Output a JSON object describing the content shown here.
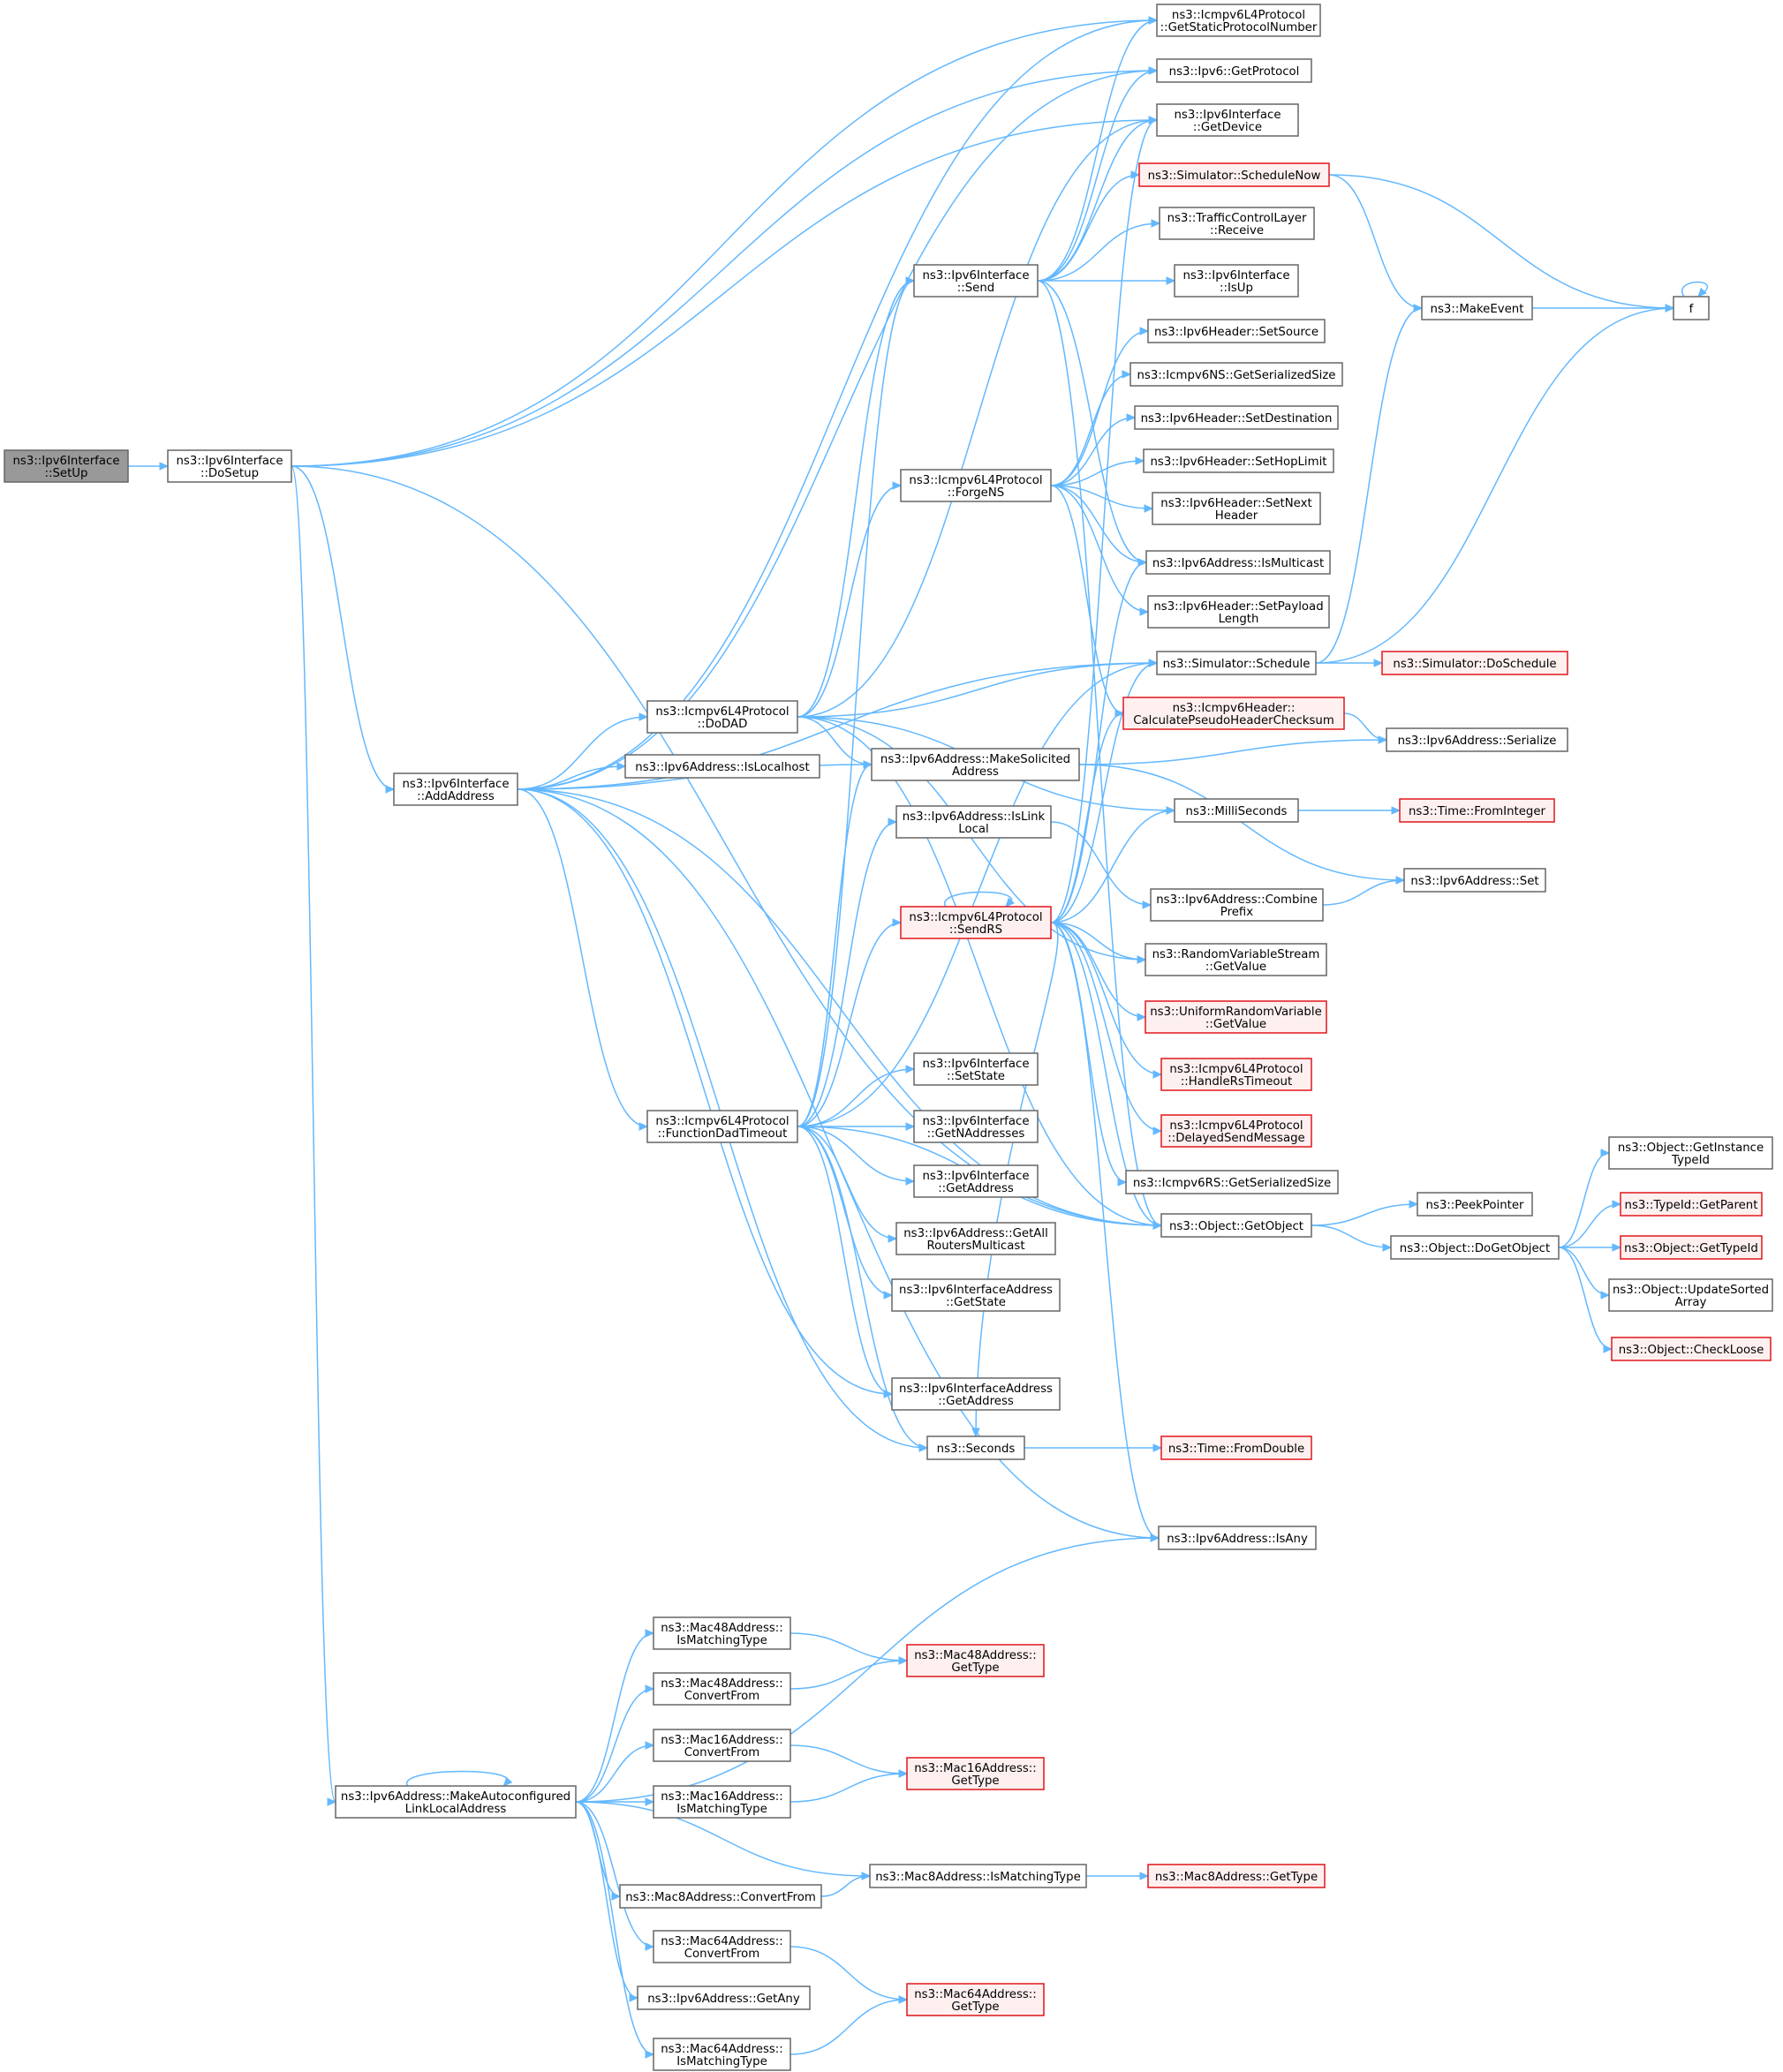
{
  "nodes": {
    "setup": {
      "lines": [
        "ns3::Ipv6Interface",
        "::SetUp"
      ],
      "kind": "current"
    },
    "dosetup": {
      "lines": [
        "ns3::Ipv6Interface",
        "::DoSetup"
      ],
      "kind": "normal"
    },
    "getStaticProtocolNumber": {
      "lines": [
        "ns3::Icmpv6L4Protocol",
        "::GetStaticProtocolNumber"
      ],
      "kind": "normal"
    },
    "ipv6GetProtocol": {
      "lines": [
        "ns3::Ipv6::GetProtocol"
      ],
      "kind": "normal"
    },
    "getDevice": {
      "lines": [
        "ns3::Ipv6Interface",
        "::GetDevice"
      ],
      "kind": "normal"
    },
    "scheduleNow": {
      "lines": [
        "ns3::Simulator::ScheduleNow"
      ],
      "kind": "red"
    },
    "tclReceive": {
      "lines": [
        "ns3::TrafficControlLayer",
        "::Receive"
      ],
      "kind": "normal"
    },
    "isUp": {
      "lines": [
        "ns3::Ipv6Interface",
        "::IsUp"
      ],
      "kind": "normal"
    },
    "send": {
      "lines": [
        "ns3::Ipv6Interface",
        "::Send"
      ],
      "kind": "normal"
    },
    "makeEvent": {
      "lines": [
        "ns3::MakeEvent"
      ],
      "kind": "normal"
    },
    "f": {
      "lines": [
        "f"
      ],
      "kind": "normal"
    },
    "setSource": {
      "lines": [
        "ns3::Ipv6Header::SetSource"
      ],
      "kind": "normal"
    },
    "nsGetSerializedSize": {
      "lines": [
        "ns3::Icmpv6NS::GetSerializedSize"
      ],
      "kind": "normal"
    },
    "setDestination": {
      "lines": [
        "ns3::Ipv6Header::SetDestination"
      ],
      "kind": "normal"
    },
    "setHopLimit": {
      "lines": [
        "ns3::Ipv6Header::SetHopLimit"
      ],
      "kind": "normal"
    },
    "forgeNS": {
      "lines": [
        "ns3::Icmpv6L4Protocol",
        "::ForgeNS"
      ],
      "kind": "normal"
    },
    "setNextHeader": {
      "lines": [
        "ns3::Ipv6Header::SetNext",
        "Header"
      ],
      "kind": "normal"
    },
    "isMulticast": {
      "lines": [
        "ns3::Ipv6Address::IsMulticast"
      ],
      "kind": "normal"
    },
    "setPayloadLength": {
      "lines": [
        "ns3::Ipv6Header::SetPayload",
        "Length"
      ],
      "kind": "normal"
    },
    "schedule": {
      "lines": [
        "ns3::Simulator::Schedule"
      ],
      "kind": "normal"
    },
    "doSchedule": {
      "lines": [
        "ns3::Simulator::DoSchedule"
      ],
      "kind": "red"
    },
    "calcChecksum": {
      "lines": [
        "ns3::Icmpv6Header::",
        "CalculatePseudoHeaderChecksum"
      ],
      "kind": "red"
    },
    "doDAD": {
      "lines": [
        "ns3::Icmpv6L4Protocol",
        "::DoDAD"
      ],
      "kind": "normal"
    },
    "serialize": {
      "lines": [
        "ns3::Ipv6Address::Serialize"
      ],
      "kind": "normal"
    },
    "isLocalhost": {
      "lines": [
        "ns3::Ipv6Address::IsLocalhost"
      ],
      "kind": "normal"
    },
    "makeSolicited": {
      "lines": [
        "ns3::Ipv6Address::MakeSolicited",
        "Address"
      ],
      "kind": "normal"
    },
    "addAddress": {
      "lines": [
        "ns3::Ipv6Interface",
        "::AddAddress"
      ],
      "kind": "normal"
    },
    "milliSeconds": {
      "lines": [
        "ns3::MilliSeconds"
      ],
      "kind": "normal"
    },
    "fromInteger": {
      "lines": [
        "ns3::Time::FromInteger"
      ],
      "kind": "red"
    },
    "isLinkLocal": {
      "lines": [
        "ns3::Ipv6Address::IsLink",
        "Local"
      ],
      "kind": "normal"
    },
    "addrSet": {
      "lines": [
        "ns3::Ipv6Address::Set"
      ],
      "kind": "normal"
    },
    "combinePrefix": {
      "lines": [
        "ns3::Ipv6Address::Combine",
        "Prefix"
      ],
      "kind": "normal"
    },
    "sendRS": {
      "lines": [
        "ns3::Icmpv6L4Protocol",
        "::SendRS"
      ],
      "kind": "red"
    },
    "rvsGetValue": {
      "lines": [
        "ns3::RandomVariableStream",
        "::GetValue"
      ],
      "kind": "normal"
    },
    "urvGetValue": {
      "lines": [
        "ns3::UniformRandomVariable",
        "::GetValue"
      ],
      "kind": "red"
    },
    "handleRsTimeout": {
      "lines": [
        "ns3::Icmpv6L4Protocol",
        "::HandleRsTimeout"
      ],
      "kind": "red"
    },
    "setState": {
      "lines": [
        "ns3::Ipv6Interface",
        "::SetState"
      ],
      "kind": "normal"
    },
    "delayedSend": {
      "lines": [
        "ns3::Icmpv6L4Protocol",
        "::DelayedSendMessage"
      ],
      "kind": "red"
    },
    "getNAddresses": {
      "lines": [
        "ns3::Ipv6Interface",
        "::GetNAddresses"
      ],
      "kind": "normal"
    },
    "functionDadTimeout": {
      "lines": [
        "ns3::Icmpv6L4Protocol",
        "::FunctionDadTimeout"
      ],
      "kind": "normal"
    },
    "getInstanceTypeId": {
      "lines": [
        "ns3::Object::GetInstance",
        "TypeId"
      ],
      "kind": "normal"
    },
    "rsGetSerializedSize": {
      "lines": [
        "ns3::Icmpv6RS::GetSerializedSize"
      ],
      "kind": "normal"
    },
    "ifGetAddress": {
      "lines": [
        "ns3::Ipv6Interface",
        "::GetAddress"
      ],
      "kind": "normal"
    },
    "peekPointer": {
      "lines": [
        "ns3::PeekPointer"
      ],
      "kind": "normal"
    },
    "getParent": {
      "lines": [
        "ns3::TypeId::GetParent"
      ],
      "kind": "red"
    },
    "getObject": {
      "lines": [
        "ns3::Object::GetObject"
      ],
      "kind": "normal"
    },
    "doGetObject": {
      "lines": [
        "ns3::Object::DoGetObject"
      ],
      "kind": "normal"
    },
    "getTypeId": {
      "lines": [
        "ns3::Object::GetTypeId"
      ],
      "kind": "red"
    },
    "getAllRouters": {
      "lines": [
        "ns3::Ipv6Address::GetAll",
        "RoutersMulticast"
      ],
      "kind": "normal"
    },
    "updateSorted": {
      "lines": [
        "ns3::Object::UpdateSorted",
        "Array"
      ],
      "kind": "normal"
    },
    "iaGetState": {
      "lines": [
        "ns3::Ipv6InterfaceAddress",
        "::GetState"
      ],
      "kind": "normal"
    },
    "checkLoose": {
      "lines": [
        "ns3::Object::CheckLoose"
      ],
      "kind": "red"
    },
    "iaGetAddress": {
      "lines": [
        "ns3::Ipv6InterfaceAddress",
        "::GetAddress"
      ],
      "kind": "normal"
    },
    "seconds": {
      "lines": [
        "ns3::Seconds"
      ],
      "kind": "normal"
    },
    "fromDouble": {
      "lines": [
        "ns3::Time::FromDouble"
      ],
      "kind": "red"
    },
    "isAny": {
      "lines": [
        "ns3::Ipv6Address::IsAny"
      ],
      "kind": "normal"
    },
    "mac48IsMatching": {
      "lines": [
        "ns3::Mac48Address::",
        "IsMatchingType"
      ],
      "kind": "normal"
    },
    "mac48GetType": {
      "lines": [
        "ns3::Mac48Address::",
        "GetType"
      ],
      "kind": "red"
    },
    "mac48Convert": {
      "lines": [
        "ns3::Mac48Address::",
        "ConvertFrom"
      ],
      "kind": "normal"
    },
    "mac16Convert": {
      "lines": [
        "ns3::Mac16Address::",
        "ConvertFrom"
      ],
      "kind": "normal"
    },
    "mac16GetType": {
      "lines": [
        "ns3::Mac16Address::",
        "GetType"
      ],
      "kind": "red"
    },
    "makeAutoconf": {
      "lines": [
        "ns3::Ipv6Address::MakeAutoconfigured",
        "LinkLocalAddress"
      ],
      "kind": "normal"
    },
    "mac16IsMatching": {
      "lines": [
        "ns3::Mac16Address::",
        "IsMatchingType"
      ],
      "kind": "normal"
    },
    "mac8IsMatching": {
      "lines": [
        "ns3::Mac8Address::IsMatchingType"
      ],
      "kind": "normal"
    },
    "mac8GetType": {
      "lines": [
        "ns3::Mac8Address::GetType"
      ],
      "kind": "red"
    },
    "mac8Convert": {
      "lines": [
        "ns3::Mac8Address::ConvertFrom"
      ],
      "kind": "normal"
    },
    "mac64Convert": {
      "lines": [
        "ns3::Mac64Address::",
        "ConvertFrom"
      ],
      "kind": "normal"
    },
    "getAny": {
      "lines": [
        "ns3::Ipv6Address::GetAny"
      ],
      "kind": "normal"
    },
    "mac64GetType": {
      "lines": [
        "ns3::Mac64Address::",
        "GetType"
      ],
      "kind": "red"
    },
    "mac64IsMatching": {
      "lines": [
        "ns3::Mac64Address::",
        "IsMatchingType"
      ],
      "kind": "normal"
    }
  },
  "edges": [
    [
      "setup",
      "dosetup"
    ],
    [
      "dosetup",
      "getStaticProtocolNumber"
    ],
    [
      "dosetup",
      "ipv6GetProtocol"
    ],
    [
      "dosetup",
      "getDevice"
    ],
    [
      "dosetup",
      "addAddress"
    ],
    [
      "dosetup",
      "getObject"
    ],
    [
      "dosetup",
      "makeAutoconf"
    ],
    [
      "addAddress",
      "getStaticProtocolNumber"
    ],
    [
      "addAddress",
      "ipv6GetProtocol"
    ],
    [
      "addAddress",
      "doDAD"
    ],
    [
      "addAddress",
      "isLocalhost"
    ],
    [
      "addAddress",
      "makeSolicited"
    ],
    [
      "addAddress",
      "schedule"
    ],
    [
      "addAddress",
      "functionDadTimeout"
    ],
    [
      "addAddress",
      "getObject"
    ],
    [
      "addAddress",
      "iaGetAddress"
    ],
    [
      "addAddress",
      "seconds"
    ],
    [
      "addAddress",
      "isAny"
    ],
    [
      "send",
      "getStaticProtocolNumber"
    ],
    [
      "send",
      "ipv6GetProtocol"
    ],
    [
      "send",
      "getDevice"
    ],
    [
      "send",
      "scheduleNow"
    ],
    [
      "send",
      "tclReceive"
    ],
    [
      "send",
      "isUp"
    ],
    [
      "send",
      "isMulticast"
    ],
    [
      "send",
      "getObject"
    ],
    [
      "scheduleNow",
      "makeEvent"
    ],
    [
      "scheduleNow",
      "f"
    ],
    [
      "makeEvent",
      "f"
    ],
    [
      "f",
      "f"
    ],
    [
      "forgeNS",
      "setSource"
    ],
    [
      "forgeNS",
      "nsGetSerializedSize"
    ],
    [
      "forgeNS",
      "setDestination"
    ],
    [
      "forgeNS",
      "setHopLimit"
    ],
    [
      "forgeNS",
      "setNextHeader"
    ],
    [
      "forgeNS",
      "isMulticast"
    ],
    [
      "forgeNS",
      "setPayloadLength"
    ],
    [
      "forgeNS",
      "calcChecksum"
    ],
    [
      "schedule",
      "makeEvent"
    ],
    [
      "schedule",
      "f"
    ],
    [
      "schedule",
      "doSchedule"
    ],
    [
      "calcChecksum",
      "serialize"
    ],
    [
      "doDAD",
      "send"
    ],
    [
      "doDAD",
      "forgeNS"
    ],
    [
      "doDAD",
      "schedule"
    ],
    [
      "doDAD",
      "makeSolicited"
    ],
    [
      "doDAD",
      "milliSeconds"
    ],
    [
      "doDAD",
      "rvsGetValue"
    ],
    [
      "doDAD",
      "getObject"
    ],
    [
      "doDAD",
      "getDevice"
    ],
    [
      "makeSolicited",
      "serialize"
    ],
    [
      "makeSolicited",
      "addrSet"
    ],
    [
      "milliSeconds",
      "fromInteger"
    ],
    [
      "isLinkLocal",
      "combinePrefix"
    ],
    [
      "combinePrefix",
      "addrSet"
    ],
    [
      "sendRS",
      "getDevice"
    ],
    [
      "sendRS",
      "isMulticast"
    ],
    [
      "sendRS",
      "schedule"
    ],
    [
      "sendRS",
      "calcChecksum"
    ],
    [
      "sendRS",
      "milliSeconds"
    ],
    [
      "sendRS",
      "rvsGetValue"
    ],
    [
      "sendRS",
      "urvGetValue"
    ],
    [
      "sendRS",
      "handleRsTimeout"
    ],
    [
      "sendRS",
      "delayedSend"
    ],
    [
      "sendRS",
      "rsGetSerializedSize"
    ],
    [
      "sendRS",
      "getObject"
    ],
    [
      "sendRS",
      "isAny"
    ],
    [
      "sendRS",
      "seconds"
    ],
    [
      "sendRS",
      "sendRS"
    ],
    [
      "functionDadTimeout",
      "send"
    ],
    [
      "functionDadTimeout",
      "schedule"
    ],
    [
      "functionDadTimeout",
      "isLinkLocal"
    ],
    [
      "functionDadTimeout",
      "sendRS"
    ],
    [
      "functionDadTimeout",
      "setState"
    ],
    [
      "functionDadTimeout",
      "getNAddresses"
    ],
    [
      "functionDadTimeout",
      "ifGetAddress"
    ],
    [
      "functionDadTimeout",
      "getAllRouters"
    ],
    [
      "functionDadTimeout",
      "iaGetState"
    ],
    [
      "functionDadTimeout",
      "iaGetAddress"
    ],
    [
      "functionDadTimeout",
      "seconds"
    ],
    [
      "functionDadTimeout",
      "getObject"
    ],
    [
      "functionDadTimeout",
      "makeSolicited"
    ],
    [
      "getObject",
      "peekPointer"
    ],
    [
      "getObject",
      "doGetObject"
    ],
    [
      "doGetObject",
      "getInstanceTypeId"
    ],
    [
      "doGetObject",
      "getParent"
    ],
    [
      "doGetObject",
      "getTypeId"
    ],
    [
      "doGetObject",
      "updateSorted"
    ],
    [
      "doGetObject",
      "checkLoose"
    ],
    [
      "seconds",
      "fromDouble"
    ],
    [
      "makeAutoconf",
      "isAny"
    ],
    [
      "makeAutoconf",
      "mac48IsMatching"
    ],
    [
      "makeAutoconf",
      "mac48Convert"
    ],
    [
      "makeAutoconf",
      "mac16Convert"
    ],
    [
      "makeAutoconf",
      "mac16IsMatching"
    ],
    [
      "makeAutoconf",
      "mac8IsMatching"
    ],
    [
      "makeAutoconf",
      "mac8Convert"
    ],
    [
      "makeAutoconf",
      "mac64Convert"
    ],
    [
      "makeAutoconf",
      "getAny"
    ],
    [
      "makeAutoconf",
      "mac64IsMatching"
    ],
    [
      "makeAutoconf",
      "makeAutoconf"
    ],
    [
      "mac48IsMatching",
      "mac48GetType"
    ],
    [
      "mac48Convert",
      "mac48GetType"
    ],
    [
      "mac16Convert",
      "mac16GetType"
    ],
    [
      "mac16IsMatching",
      "mac16GetType"
    ],
    [
      "mac8IsMatching",
      "mac8GetType"
    ],
    [
      "mac8Convert",
      "mac8IsMatching"
    ],
    [
      "mac64Convert",
      "mac64GetType"
    ],
    [
      "mac64IsMatching",
      "mac64GetType"
    ]
  ]
}
